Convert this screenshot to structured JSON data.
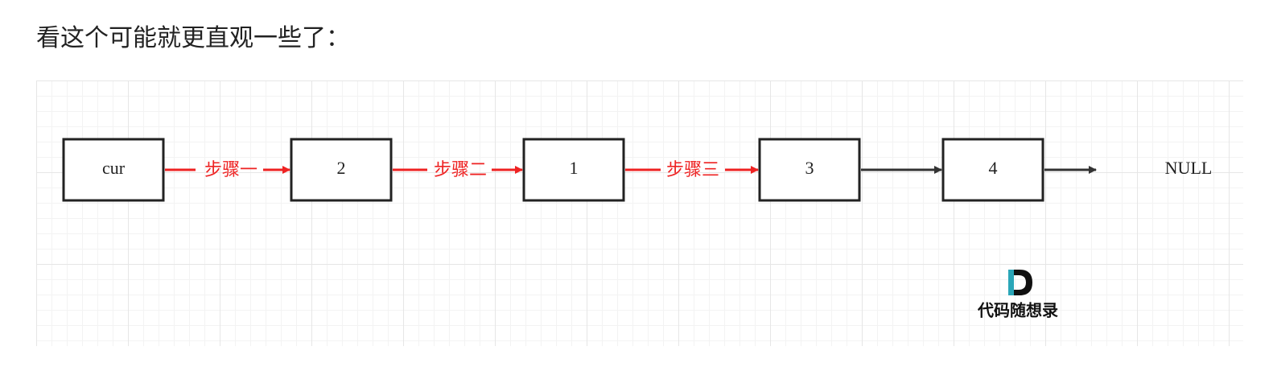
{
  "heading": "看这个可能就更直观一些了：",
  "diagram": {
    "nodes": [
      {
        "id": "cur",
        "label": "cur"
      },
      {
        "id": "n2",
        "label": "2"
      },
      {
        "id": "n1",
        "label": "1"
      },
      {
        "id": "n3",
        "label": "3"
      },
      {
        "id": "n4",
        "label": "4"
      }
    ],
    "terminal": {
      "id": "null",
      "label": "NULL"
    },
    "edges": [
      {
        "from": "cur",
        "to": "n2",
        "label": "步骤一",
        "color": "#ee2222"
      },
      {
        "from": "n2",
        "to": "n1",
        "label": "步骤二",
        "color": "#ee2222"
      },
      {
        "from": "n1",
        "to": "n3",
        "label": "步骤三",
        "color": "#ee2222"
      },
      {
        "from": "n3",
        "to": "n4",
        "label": "",
        "color": "#333333"
      },
      {
        "from": "n4",
        "to": "null",
        "label": "",
        "color": "#333333"
      }
    ]
  },
  "watermark": {
    "logo": "D",
    "text": "代码随想录",
    "colors": {
      "primary": "#111111",
      "accent": "#2aa6b8"
    }
  }
}
